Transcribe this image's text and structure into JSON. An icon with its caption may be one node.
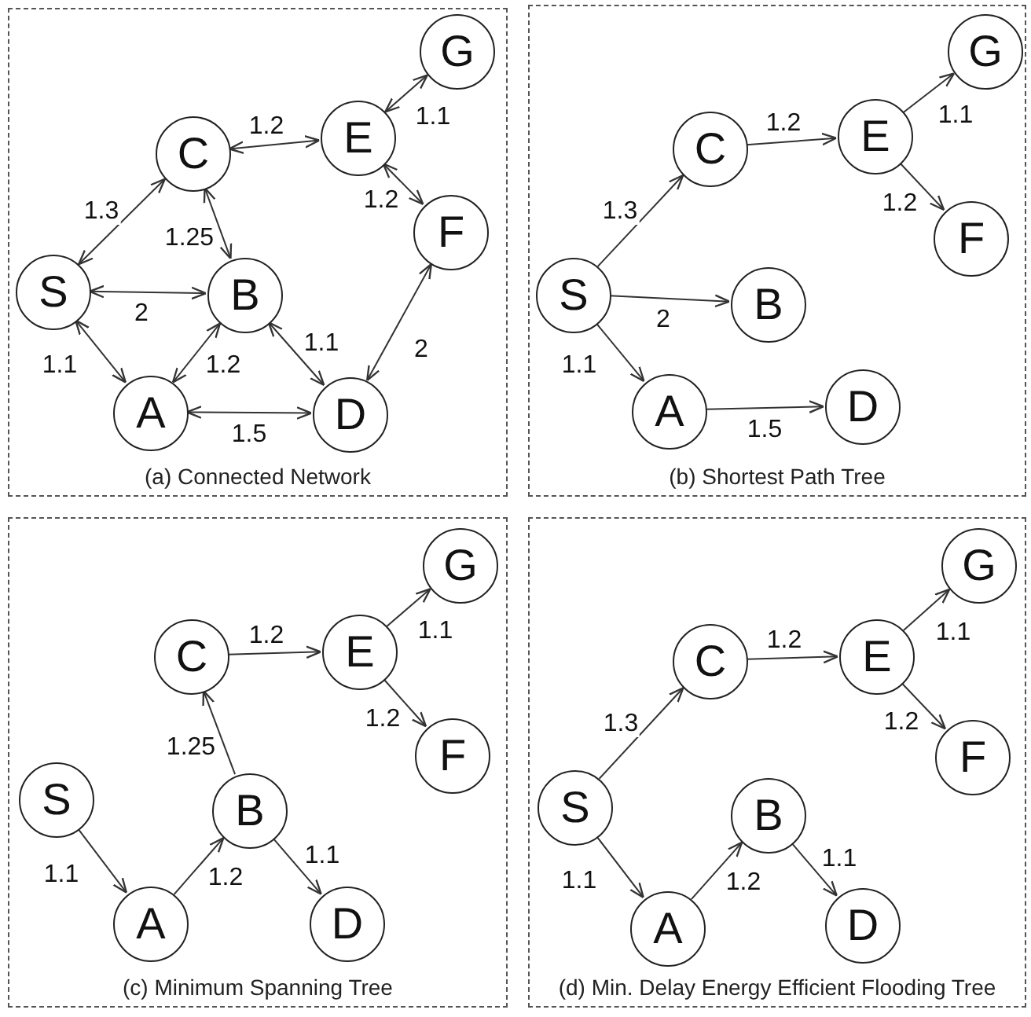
{
  "diagram": {
    "nodes": [
      {
        "text": [
          "(a) Connected Network"
        ]
      },
      {
        "text": [
          "G"
        ],
        "in": 0
      },
      {
        "text": [
          "C"
        ],
        "in": 0
      },
      {
        "text": [
          "E"
        ],
        "in": 0
      },
      {
        "text": [
          "F"
        ],
        "in": 0
      },
      {
        "text": [
          "S"
        ],
        "in": 0
      },
      {
        "text": [
          "B"
        ],
        "in": 0
      },
      {
        "text": [
          "A"
        ],
        "in": 0
      },
      {
        "text": [
          "D"
        ],
        "in": 0
      },
      {
        "text": [
          "(b) Shortest Path Tree"
        ]
      },
      {
        "text": [
          "G"
        ],
        "in": 9
      },
      {
        "text": [
          "C"
        ],
        "in": 9
      },
      {
        "text": [
          "E"
        ],
        "in": 9
      },
      {
        "text": [
          "F"
        ],
        "in": 9
      },
      {
        "text": [
          "S"
        ],
        "in": 9
      },
      {
        "text": [
          "B"
        ],
        "in": 9
      },
      {
        "text": [
          "A"
        ],
        "in": 9
      },
      {
        "text": [
          "D"
        ],
        "in": 9
      },
      {
        "text": [
          "(c) Minimum Spanning Tree"
        ]
      },
      {
        "text": [
          "G"
        ],
        "in": 18
      },
      {
        "text": [
          "C"
        ],
        "in": 18
      },
      {
        "text": [
          "E"
        ],
        "in": 18
      },
      {
        "text": [
          "F"
        ],
        "in": 18
      },
      {
        "text": [
          "S"
        ],
        "in": 18
      },
      {
        "text": [
          "B"
        ],
        "in": 18
      },
      {
        "text": [
          "A"
        ],
        "in": 18
      },
      {
        "text": [
          "D"
        ],
        "in": 18
      },
      {
        "text": [
          "(d) Min. Delay Energy Efficient Flooding Tree"
        ]
      },
      {
        "text": [
          "G"
        ],
        "in": 27
      },
      {
        "text": [
          "C"
        ],
        "in": 27
      },
      {
        "text": [
          "E"
        ],
        "in": 27
      },
      {
        "text": [
          "F"
        ],
        "in": 27
      },
      {
        "text": [
          "S"
        ],
        "in": 27
      },
      {
        "text": [
          "B"
        ],
        "in": 27
      },
      {
        "text": [
          "A"
        ],
        "in": 27
      },
      {
        "text": [
          "D"
        ],
        "in": 27
      }
    ],
    "edges": [
      {
        "from": 5,
        "to": 2,
        "arrow": "both",
        "label": "1.3"
      },
      {
        "from": 2,
        "to": 3,
        "arrow": "both",
        "label": "1.2"
      },
      {
        "from": 3,
        "to": 1,
        "arrow": "both",
        "label": "1.1"
      },
      {
        "from": 3,
        "to": 4,
        "arrow": "both",
        "label": "1.2"
      },
      {
        "from": 2,
        "to": 6,
        "arrow": "both",
        "label": "1.25"
      },
      {
        "from": 5,
        "to": 6,
        "arrow": "both",
        "label": "2"
      },
      {
        "from": 5,
        "to": 7,
        "arrow": "both",
        "label": "1.1"
      },
      {
        "from": 7,
        "to": 6,
        "arrow": "both",
        "label": "1.2"
      },
      {
        "from": 6,
        "to": 8,
        "arrow": "both",
        "label": "1.1"
      },
      {
        "from": 8,
        "to": 4,
        "arrow": "both",
        "label": "2"
      },
      {
        "from": 7,
        "to": 8,
        "arrow": "both",
        "label": "1.5"
      },
      {
        "from": 14,
        "to": 11,
        "arrow": "to",
        "label": "1.3"
      },
      {
        "from": 11,
        "to": 12,
        "arrow": "to",
        "label": "1.2"
      },
      {
        "from": 12,
        "to": 10,
        "arrow": "to",
        "label": "1.1"
      },
      {
        "from": 12,
        "to": 13,
        "arrow": "to",
        "label": "1.2"
      },
      {
        "from": 14,
        "to": 15,
        "arrow": "to",
        "label": "2"
      },
      {
        "from": 14,
        "to": 16,
        "arrow": "to",
        "label": "1.1"
      },
      {
        "from": 16,
        "to": 17,
        "arrow": "to",
        "label": "1.5"
      },
      {
        "from": 23,
        "to": 25,
        "arrow": "to",
        "label": "1.1"
      },
      {
        "from": 25,
        "to": 24,
        "arrow": "to",
        "label": "1.2"
      },
      {
        "from": 24,
        "to": 20,
        "arrow": "to",
        "label": "1.25"
      },
      {
        "from": 20,
        "to": 21,
        "arrow": "to",
        "label": "1.2"
      },
      {
        "from": 21,
        "to": 19,
        "arrow": "to",
        "label": "1.1"
      },
      {
        "from": 21,
        "to": 22,
        "arrow": "to",
        "label": "1.2"
      },
      {
        "from": 24,
        "to": 26,
        "arrow": "to",
        "label": "1.1"
      },
      {
        "from": 32,
        "to": 29,
        "arrow": "to",
        "label": "1.3"
      },
      {
        "from": 29,
        "to": 30,
        "arrow": "to",
        "label": "1.2"
      },
      {
        "from": 30,
        "to": 28,
        "arrow": "to",
        "label": "1.1"
      },
      {
        "from": 30,
        "to": 31,
        "arrow": "to",
        "label": "1.2"
      },
      {
        "from": 32,
        "to": 34,
        "arrow": "to",
        "label": "1.1"
      },
      {
        "from": 34,
        "to": 33,
        "arrow": "to",
        "label": "1.2"
      },
      {
        "from": 33,
        "to": 35,
        "arrow": "to",
        "label": "1.1"
      }
    ]
  }
}
